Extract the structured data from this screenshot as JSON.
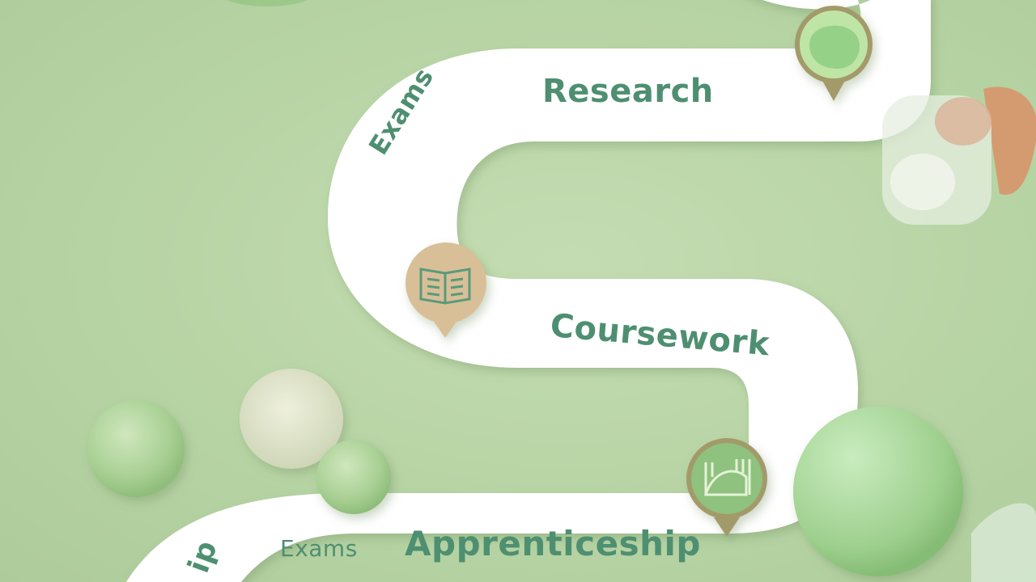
{
  "path_labels": {
    "research": "Research",
    "exams_top": "Exams",
    "coursework": "Coursework",
    "exams_bottom": "Exams",
    "apprenticeship": "Apprenticeship",
    "partial": "ip"
  },
  "colors": {
    "background": "#b6d3a3",
    "path": "#ffffff",
    "text": "#4e8f71",
    "pin_green": "#8dc486",
    "pin_tan": "#d8bf98",
    "pin_border": "#a39a6a"
  },
  "pins": [
    {
      "name": "research-pin",
      "icon": "green-blob-icon"
    },
    {
      "name": "coursework-pin",
      "icon": "open-book-icon"
    },
    {
      "name": "apprenticeship-pin",
      "icon": "chart-icon"
    }
  ]
}
